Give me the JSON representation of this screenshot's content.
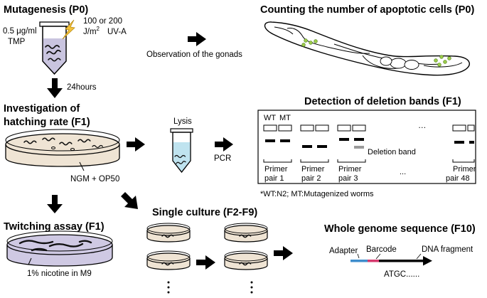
{
  "mutagenesis": {
    "title": "Mutagenesis (P0)",
    "tmp_dose": "0.5 μg/ml",
    "tmp_label": "TMP",
    "uv_dose_line1": "100 or 200",
    "uv_dose_unit": "J/m",
    "uv_dose_exp": "2",
    "uv_type": "UV-A"
  },
  "apoptosis": {
    "title": "Counting the number of apoptotic cells (P0)",
    "observation": "Observation of the gonads"
  },
  "hatching": {
    "time": "24hours",
    "title_line1": "Investigation of",
    "title_line2": "hatching rate (F1)",
    "medium": "NGM + OP50"
  },
  "lysis": {
    "label": "Lysis",
    "pcr": "PCR"
  },
  "deletion": {
    "title": "Detection of deletion bands (F1)",
    "lane_wt": "WT",
    "lane_mt": "MT",
    "ellipsis": "…",
    "deletion_band_label": "Deletion band",
    "primer_word": "Primer",
    "primer_pairs": [
      "pair 1",
      "pair 2",
      "pair 3",
      "pair 48"
    ],
    "dots": "...",
    "footnote": "*WT:N2; MT:Mutagenized worms"
  },
  "twitching": {
    "title": "Twitching assay (F1)",
    "medium": "1% nicotine in M9"
  },
  "single_culture": {
    "title": "Single culture (F2-F9)"
  },
  "wgs": {
    "title": "Whole genome sequence (F10)",
    "adapter": "Adapter",
    "barcode": "Barcode",
    "fragment": "DNA fragment",
    "sequence": "ATGC......"
  },
  "colors": {
    "uv_bolt": "#f3c13a",
    "tube_liquid": "#c9c4df",
    "lysis_liquid": "#bfe3ef",
    "plate_agar": "#efe4d4",
    "nicotine_liquid": "#cfc9e3",
    "cell_dot": "#9ccb4a",
    "deletion_band": "#9a9a9a",
    "adapter": "#3e8dcc",
    "barcode": "#d63a6e"
  }
}
